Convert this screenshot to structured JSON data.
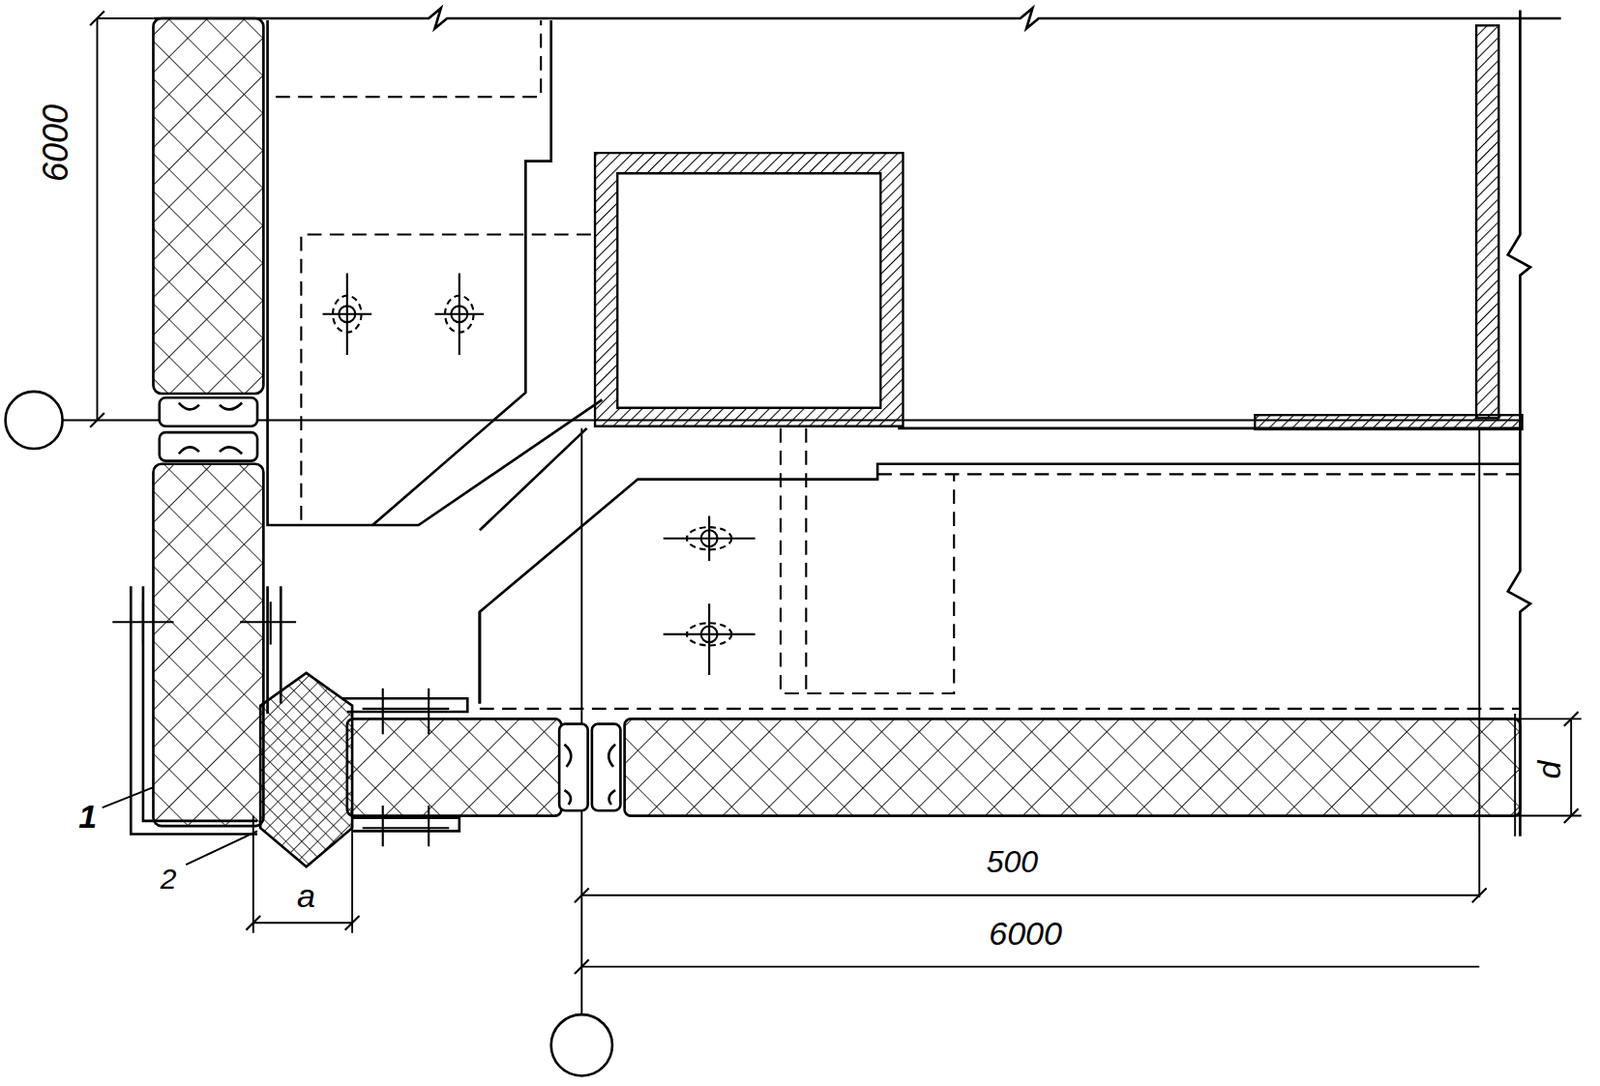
{
  "diagram": {
    "labels": [
      "6000",
      "1",
      "2",
      "a",
      "500",
      "6000",
      "d"
    ]
  }
}
